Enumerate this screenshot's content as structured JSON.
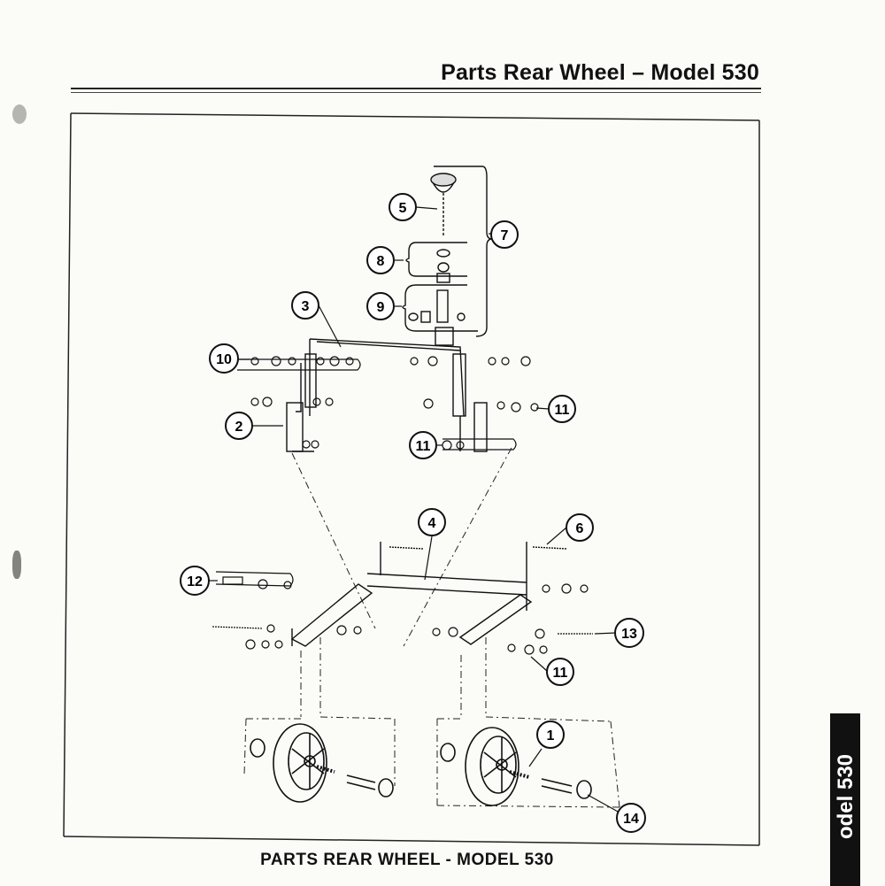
{
  "page": {
    "title": "Parts Rear Wheel – Model 530",
    "caption": "PARTS REAR WHEEL - MODEL 530",
    "side_tab": "odel 530"
  },
  "callouts": [
    {
      "id": "c1",
      "label": "1"
    },
    {
      "id": "c2",
      "label": "2"
    },
    {
      "id": "c3",
      "label": "3"
    },
    {
      "id": "c4",
      "label": "4"
    },
    {
      "id": "c5",
      "label": "5"
    },
    {
      "id": "c6",
      "label": "6"
    },
    {
      "id": "c7",
      "label": "7"
    },
    {
      "id": "c8",
      "label": "8"
    },
    {
      "id": "c9",
      "label": "9"
    },
    {
      "id": "c10",
      "label": "10"
    },
    {
      "id": "c11a",
      "label": "11"
    },
    {
      "id": "c11b",
      "label": "11"
    },
    {
      "id": "c11c",
      "label": "11"
    },
    {
      "id": "c12",
      "label": "12"
    },
    {
      "id": "c13",
      "label": "13"
    },
    {
      "id": "c14",
      "label": "14"
    }
  ],
  "colors": {
    "ink": "#111111",
    "paper": "#fbfbf8",
    "tab": "#111111"
  }
}
